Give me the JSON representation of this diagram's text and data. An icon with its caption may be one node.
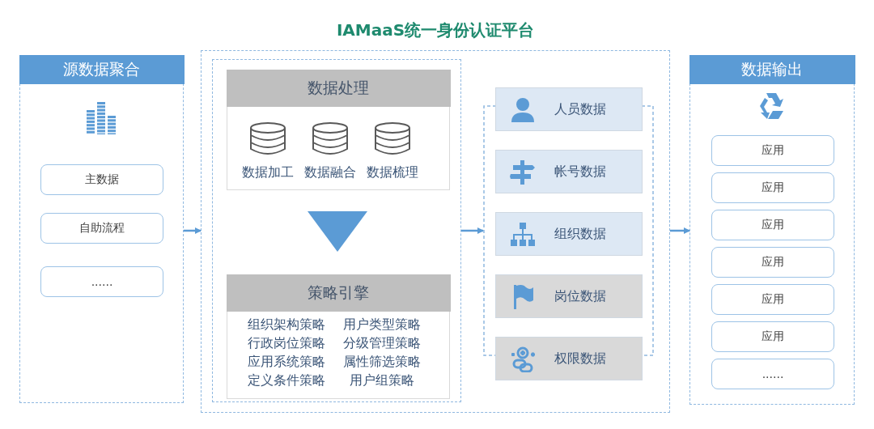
{
  "diagram": {
    "nodes": [
      {
        "text": [
          "源数据聚合"
        ]
      },
      {
        "text": [
          "主数据"
        ],
        "in": 0
      },
      {
        "text": [
          "自助流程"
        ],
        "in": 0
      },
      {
        "text": [
          "......"
        ],
        "in": 0
      },
      {
        "text": [
          "IAMaaS统一身份认证平台"
        ]
      },
      {
        "text": [],
        "shape": "box",
        "in": 4
      },
      {
        "text": [
          "数据处理",
          "数据加工",
          "数据融合",
          "数据梳理"
        ],
        "in": 5
      },
      {
        "text": [
          "策略引擎",
          "组织架构策略",
          "用户类型策略",
          "行政岗位策略",
          "分级管理策略",
          "应用系统策略",
          "属性筛选策略",
          "定义条件策略",
          "用户组策略"
        ],
        "in": 5
      },
      {
        "text": [],
        "shape": "box",
        "in": 4
      },
      {
        "text": [
          "人员数据"
        ],
        "in": 4
      },
      {
        "text": [
          "帐号数据"
        ],
        "in": 8
      },
      {
        "text": [
          "组织数据"
        ],
        "in": 8
      },
      {
        "text": [
          "岗位数据"
        ],
        "in": 8
      },
      {
        "text": [
          "权限数据"
        ],
        "in": 4
      },
      {
        "text": [
          "数据输出"
        ]
      },
      {
        "text": [
          "应用"
        ],
        "in": 14
      },
      {
        "text": [
          "应用"
        ],
        "in": 14
      },
      {
        "text": [
          "应用"
        ],
        "in": 14
      },
      {
        "text": [
          "应用"
        ],
        "in": 14
      },
      {
        "text": [
          "应用"
        ],
        "in": 14
      },
      {
        "text": [
          "应用"
        ],
        "in": 14
      },
      {
        "text": [
          "......"
        ],
        "in": 14
      }
    ],
    "edges": [
      {
        "from": 0,
        "to": 4,
        "arrow": "to"
      },
      {
        "from": 6,
        "to": 7,
        "arrow": "to"
      },
      {
        "from": 5,
        "to": 8,
        "arrow": "to"
      },
      {
        "from": 4,
        "to": 14,
        "arrow": "to"
      }
    ]
  }
}
